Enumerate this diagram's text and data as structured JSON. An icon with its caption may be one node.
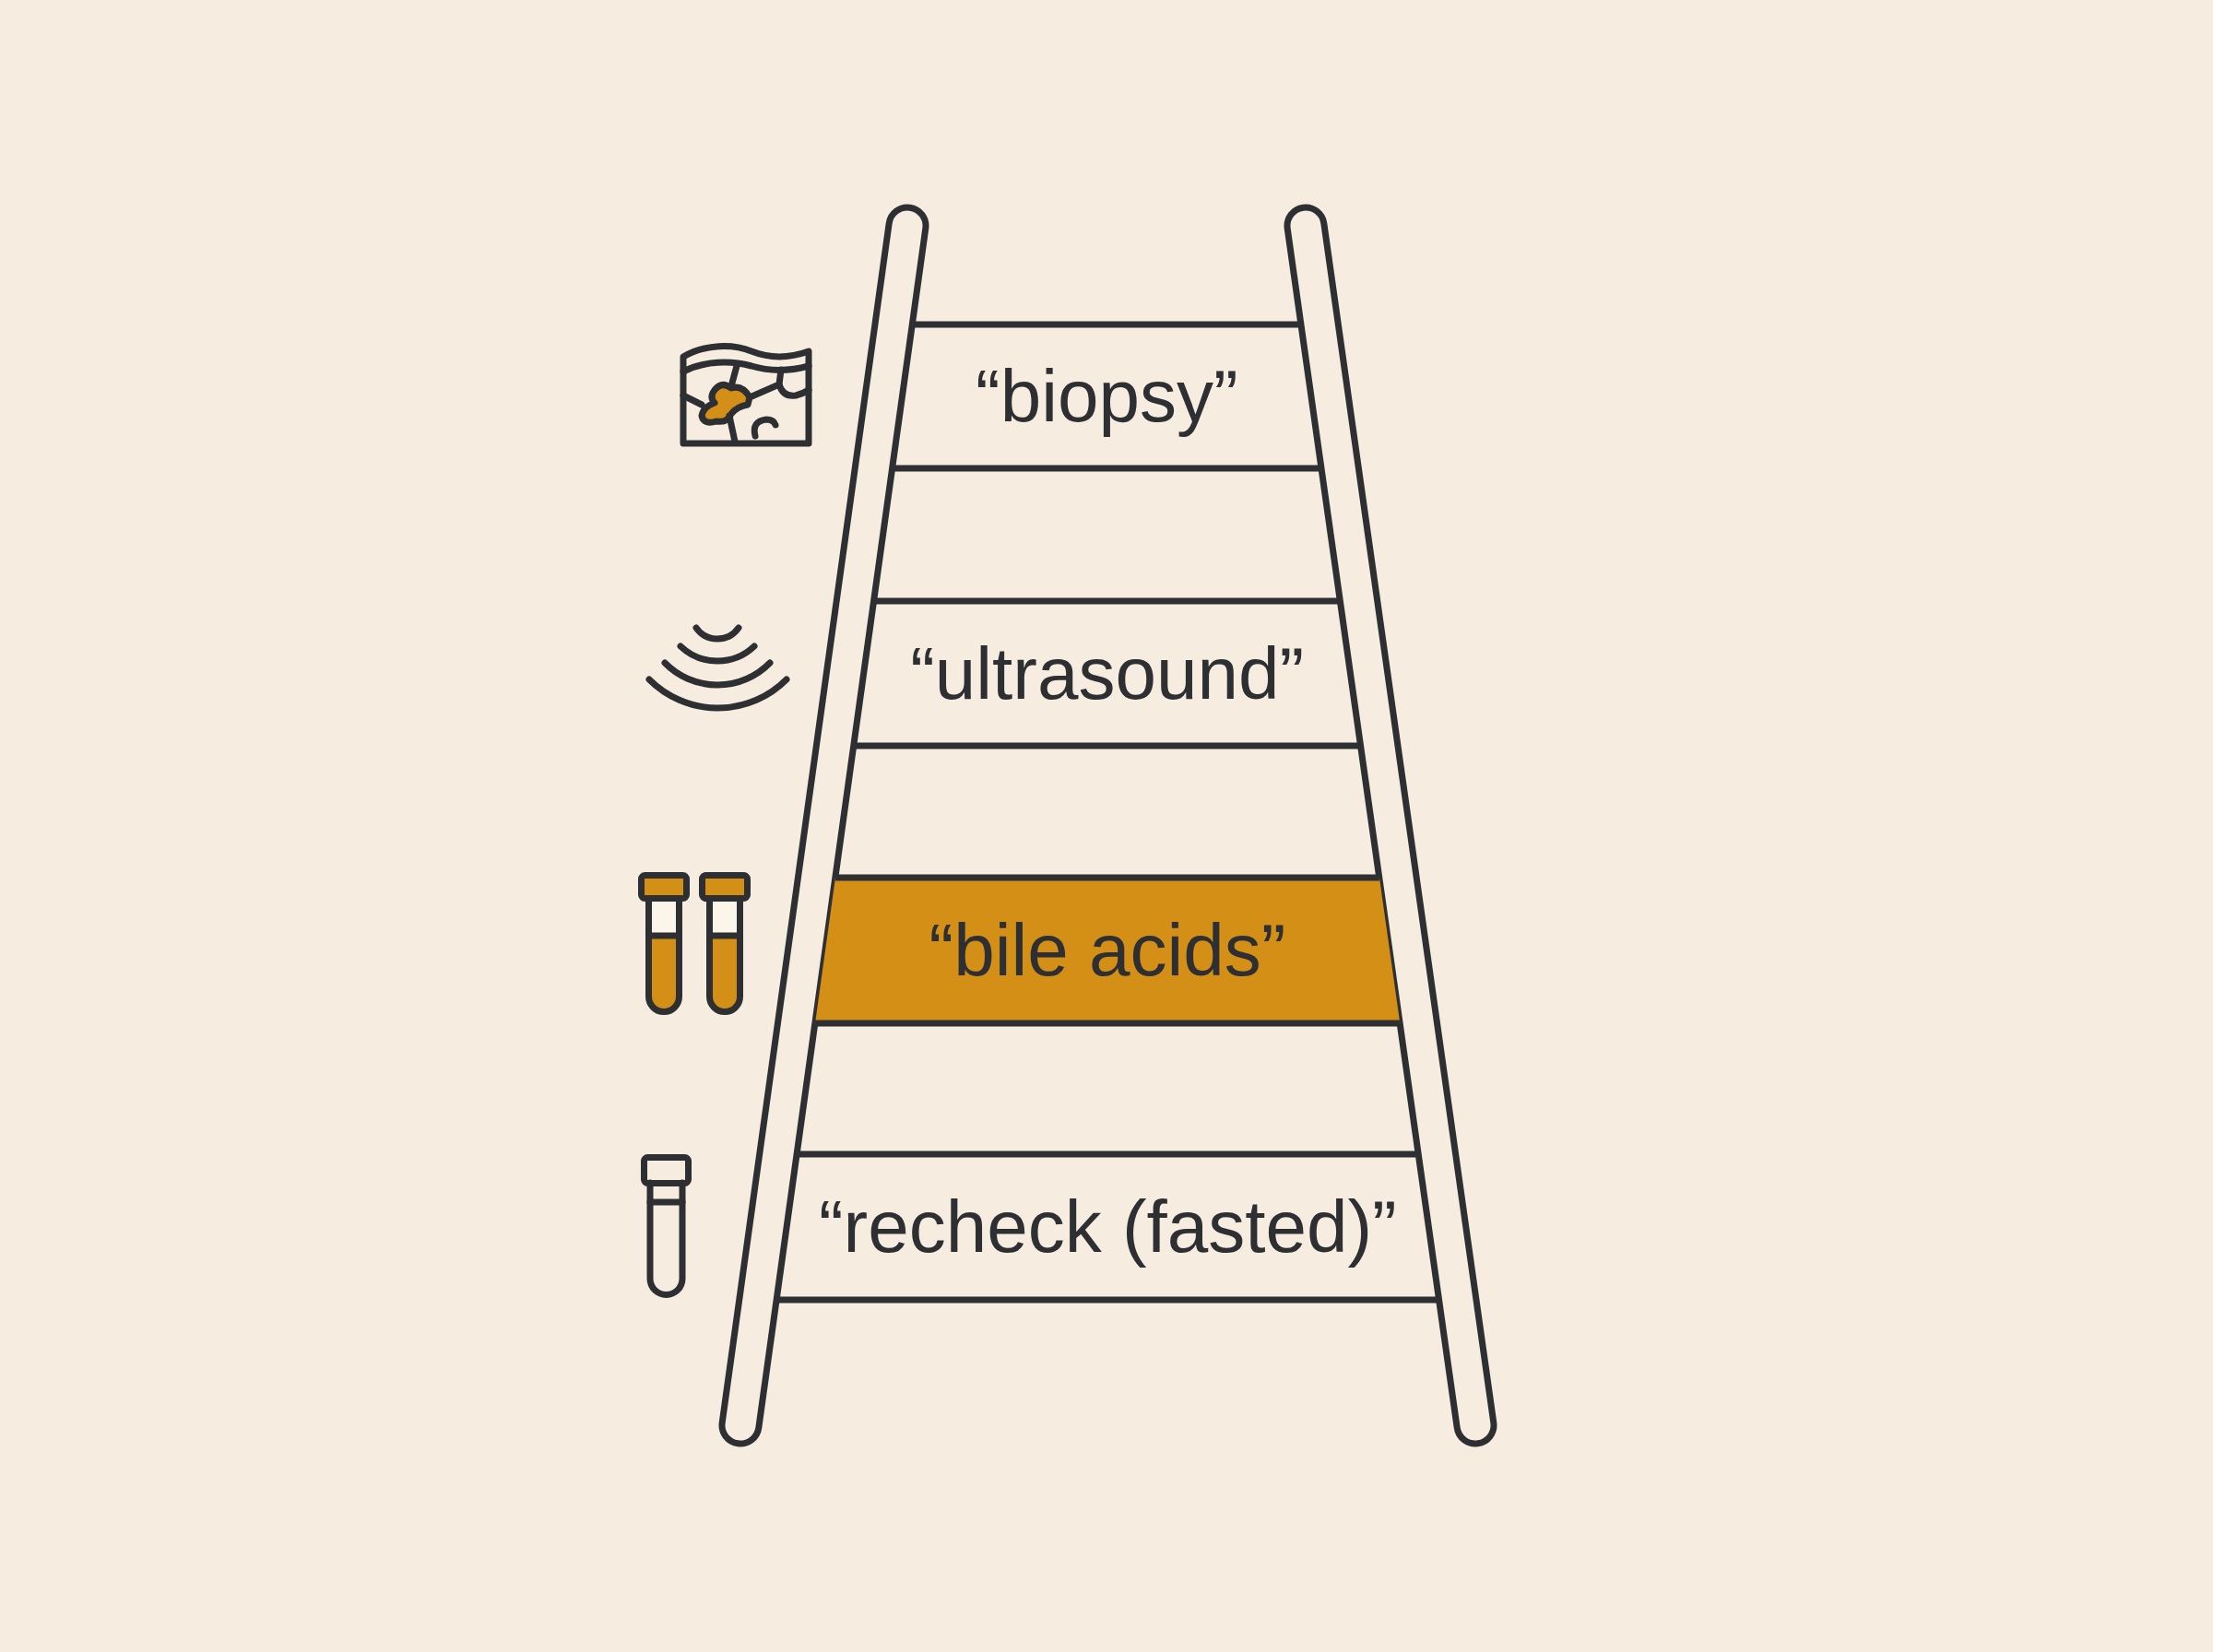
{
  "diagram": {
    "nodes": [
      {
        "text": [
          "“biopsy”"
        ]
      },
      {
        "text": [
          "“ultrasound”"
        ]
      },
      {
        "text": [
          "“bile acids”"
        ]
      },
      {
        "text": [
          "“recheck (fasted)”"
        ]
      }
    ]
  }
}
